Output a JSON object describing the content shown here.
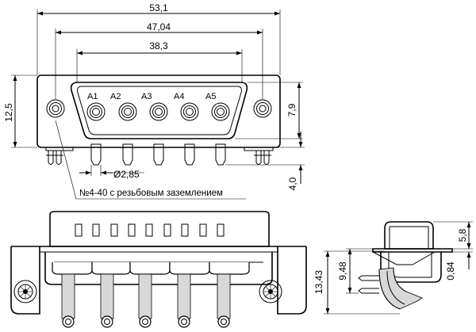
{
  "dimensions": {
    "overall_width": "53,1",
    "mounting_hole_spacing": "47,04",
    "shell_width": "38,3",
    "flange_height": "12,5",
    "shell_height": "7,9",
    "pin_diameter": "Ø2,85",
    "pin_length": "4,0",
    "side_top": "5,8",
    "side_height": "9,48",
    "side_total": "13,43",
    "side_offset": "0,84"
  },
  "pins": [
    "A1",
    "A2",
    "A3",
    "A4",
    "A5"
  ],
  "note": "№4-40 с резьбовым заземлением"
}
